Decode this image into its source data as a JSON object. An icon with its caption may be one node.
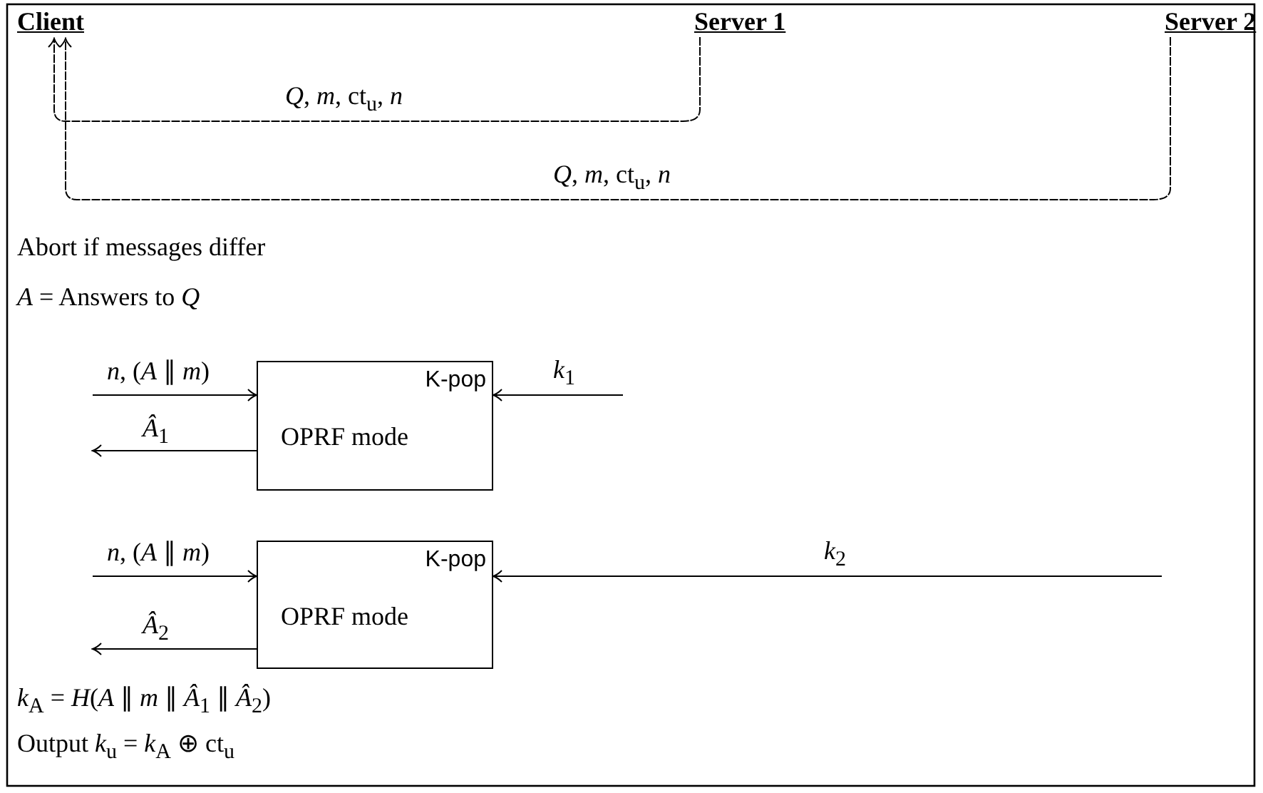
{
  "diagram": {
    "nodes": [
      {
        "text": [
          "Client"
        ]
      },
      {
        "text": [
          "Server 1"
        ]
      },
      {
        "text": [
          "Server 2"
        ]
      },
      {
        "text": [
          "K-pop",
          "OPRF mode"
        ]
      },
      {
        "text": [
          "K-pop",
          "OPRF mode"
        ]
      }
    ],
    "edges": [
      {
        "from": 1,
        "to": 0,
        "arrow": "to",
        "label": "*Q*, *m*, ct$_{u}$, *n*",
        "style": "dashed"
      },
      {
        "from": 2,
        "to": 0,
        "arrow": "to",
        "label": "*Q*, *m*, ct$_{u}$, *n*",
        "style": "dashed"
      },
      {
        "from": null,
        "to": 3,
        "arrow": "to",
        "label": "*n*, (*A* ∥ *m*)"
      },
      {
        "from": 3,
        "to": null,
        "arrow": "to",
        "label": "*Â*$_{1}$"
      },
      {
        "from": null,
        "to": 3,
        "arrow": "to",
        "label": "*k*$_{1}$"
      },
      {
        "from": null,
        "to": 4,
        "arrow": "to",
        "label": "*n*, (*A* ∥ *m*)"
      },
      {
        "from": 4,
        "to": null,
        "arrow": "to",
        "label": "*Â*$_{2}$"
      },
      {
        "from": null,
        "to": 4,
        "arrow": "to",
        "label": "*k*$_{2}$"
      }
    ],
    "labels": [
      "Abort if messages differ",
      "*A* = Answers to *Q*",
      "*k*$_{A}$ = *H*(*A* ∥ *m* ∥ *Â*$_{1}$ ∥ *Â*$_{2}$)",
      "Output *k*$_{u}$ = *k*$_{A}$ ⊕ ct$_{u}$"
    ]
  }
}
